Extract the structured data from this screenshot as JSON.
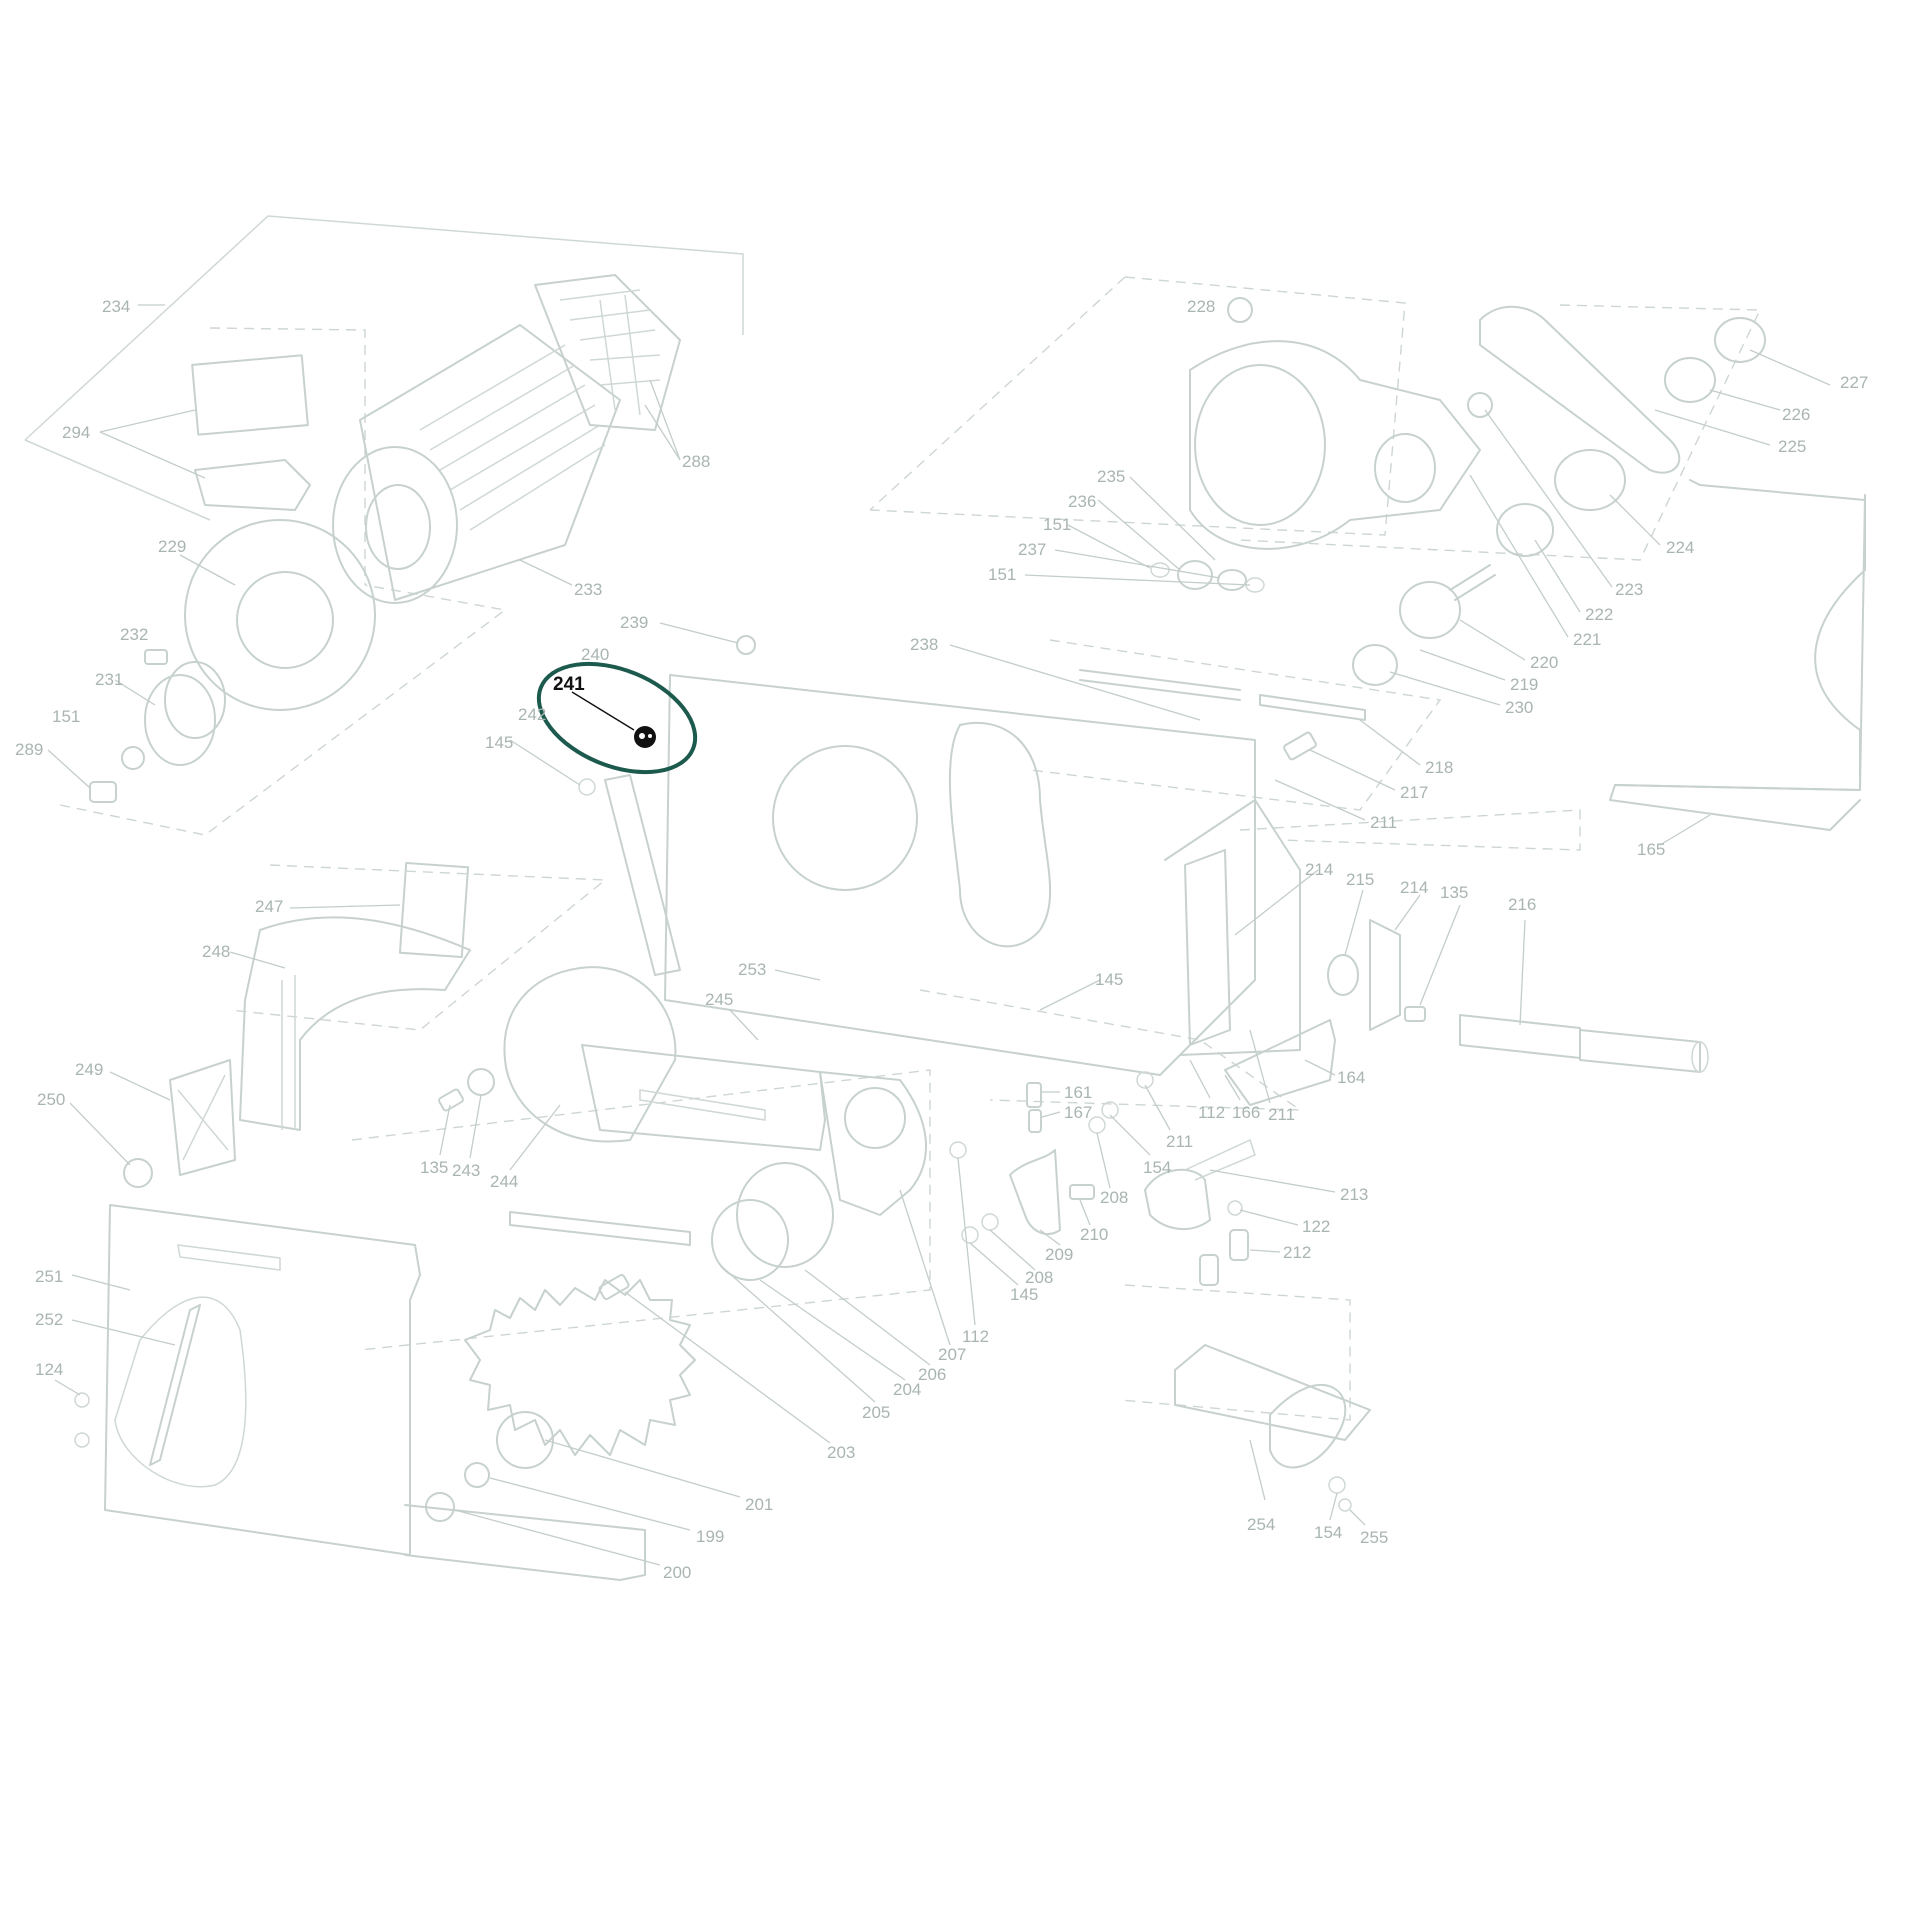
{
  "highlight": {
    "label": "241",
    "ring_color": "#1d5a4e"
  },
  "labels": [
    "234",
    "294",
    "288",
    "229",
    "233",
    "232",
    "231",
    "151",
    "289",
    "228",
    "227",
    "226",
    "225",
    "235",
    "236",
    "151",
    "237",
    "151",
    "224",
    "223",
    "222",
    "221",
    "220",
    "219",
    "230",
    "218",
    "217",
    "211",
    "165",
    "239",
    "240",
    "241",
    "242",
    "145",
    "238",
    "247",
    "248",
    "249",
    "250",
    "253",
    "245",
    "145",
    "214",
    "215",
    "214",
    "135",
    "216",
    "164",
    "166",
    "112",
    "211",
    "211",
    "154",
    "161",
    "167",
    "213",
    "122",
    "212",
    "208",
    "210",
    "209",
    "208",
    "145",
    "112",
    "207",
    "206",
    "204",
    "205",
    "203",
    "201",
    "199",
    "200",
    "135",
    "243",
    "244",
    "251",
    "252",
    "124",
    "254",
    "154",
    "255"
  ]
}
